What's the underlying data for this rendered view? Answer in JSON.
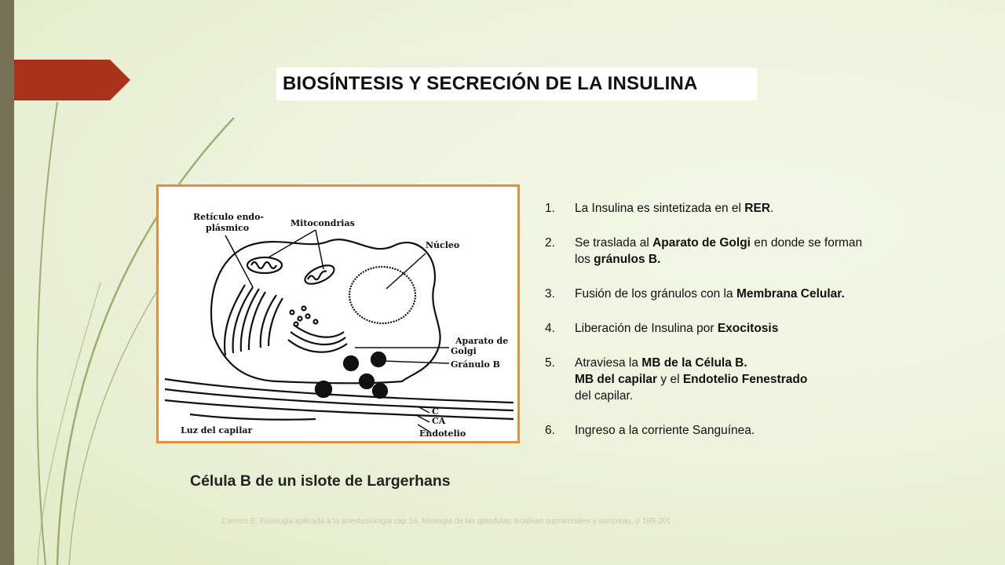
{
  "slide": {
    "title": "BIOSÍNTESIS  Y  SECRECIÓN DE LA INSULINA",
    "figure_caption": "Célula B de un islote de Largerhans",
    "footnote": "Carrero E. Fisiologia aplicada a la anestesiologia cap 16, fisiologia de las glandulas  tiroideas suprarenales y pancreas, p 189-201",
    "colors": {
      "accent_red": "#a8321a",
      "left_bar": "#777056",
      "frame_orange": "#e0913b"
    }
  },
  "figure": {
    "labels": {
      "reticulo_1": "Retículo endo-",
      "reticulo_2": "plásmico",
      "mitocondrias": "Mitocondrias",
      "nucleo": "Núcleo",
      "aparato_1": "Aparato de",
      "aparato_2": "Golgi",
      "granulo": "Gránulo B",
      "c": "C",
      "ca": "CA",
      "endotelio": "Endotelio",
      "luz": "Luz del capilar"
    }
  },
  "steps": [
    {
      "num": "1.",
      "parts": [
        "La Insulina es sintetizada en el ",
        "RER",
        "."
      ]
    },
    {
      "num": "2.",
      "parts": [
        "Se traslada al ",
        "Aparato de Golgi",
        " en donde se forman los ",
        "gránulos B.",
        ""
      ]
    },
    {
      "num": "3.",
      "parts": [
        "Fusión de los gránulos con la ",
        "Membrana  Celular.",
        ""
      ]
    },
    {
      "num": "4.",
      "parts": [
        "Liberación de Insulina por ",
        "Exocitosis",
        ""
      ]
    },
    {
      "num": "5.",
      "parts": [
        "Atraviesa la ",
        "MB de la Célula B.",
        " ",
        "MB del capilar",
        " y el ",
        "Endotelio Fenestrado",
        " del capilar."
      ]
    },
    {
      "num": "6.",
      "parts": [
        "Ingreso a la corriente Sanguínea."
      ]
    }
  ]
}
